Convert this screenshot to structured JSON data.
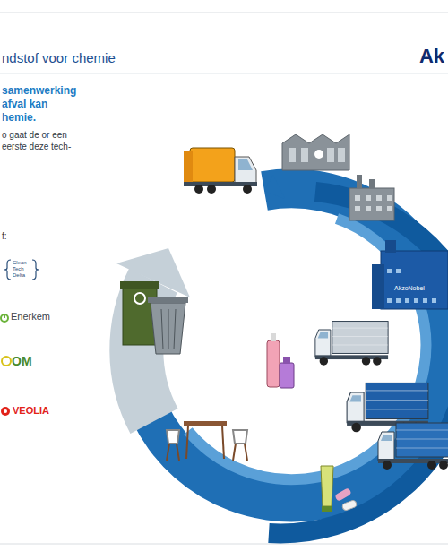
{
  "diagram": {
    "title": "ndstof voor chemie",
    "labels": [
      "Ak",
      "samenwerking afval kan hemie.",
      "o gaat de or een eerste deze tech-",
      "f:",
      "Clean Tech Delta",
      "Enerkem",
      "OM",
      "VEOLIA",
      "AkzoNobel"
    ]
  }
}
